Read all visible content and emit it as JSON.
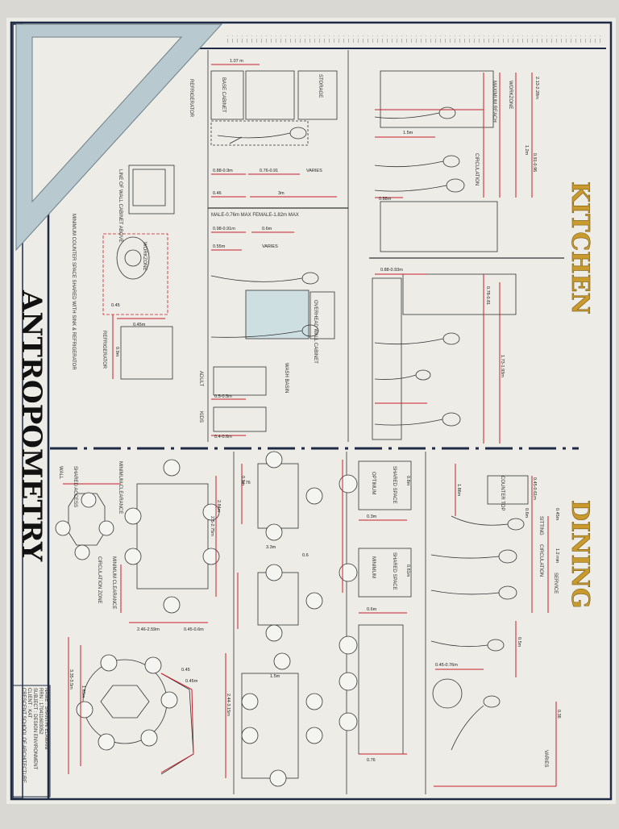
{
  "titles": {
    "main": "ANTROPOMETRY",
    "kitchen": "KITCHEN",
    "dining": "DINING"
  },
  "kitchen_labels": {
    "refrigerator": "REFRIGERATOR",
    "base_cabinet": "BASE CABINET",
    "storage": "STORAGE",
    "line_wall": "LINE OF WALL CABINET ABOVE",
    "workzone": "WORKZONE",
    "min_counter": "MINIMUM COUNTER SPACE SHARED WITH SINK & REFRIGERATOR",
    "refrigerator2": "REFRIGERATOR",
    "wash_basin": "WASH BASIN",
    "adult": "ADULT",
    "kids": "KIDS",
    "male_female": "MALE-0.76m MAX  FEMALE-1.82m MAX",
    "max_reach": "MAXIMUM REACH",
    "workzone2": "WORKZONE",
    "circulation": "CIRCULATION",
    "overhead_wall": "OVERHEAD WALL CABINET"
  },
  "kitchen_dims": {
    "d1": "1.07 m",
    "d2": "0.88-0.9m",
    "d3": "0.76-0.91",
    "d4": "VARIES",
    "d5": "0.46",
    "d6": "3m",
    "d7": "0.98-0.91m",
    "d8": "0.6m",
    "d9": "0.55m",
    "d10": "VARIES",
    "d11": "0.45m",
    "d12": "0.45",
    "d13": "0.9m",
    "d14": "0.4-0.6m",
    "d15": "0.5-0.5m",
    "d16": "1.5m",
    "d17": "1.73-1.93m",
    "d18": "0.91-0.96",
    "d19": "1.2m",
    "d20": "2.13-2.28m",
    "d21": "0.88m",
    "d22": "0.78-0.81",
    "d23": "0.88-0.93m"
  },
  "dining_labels": {
    "counter_top": "COUNTER TOP",
    "sitting": "SITTING",
    "circulation": "CIRCULATION",
    "service": "SERVICE",
    "shared_space": "SHARED SPACE",
    "optimum": "OPTIMUM",
    "minimum": "MINIMUM",
    "shared_space2": "SHARED SPACE",
    "min_clearance": "MINIMUM CLEARANCE",
    "min_clearance2": "MINIMUM CLEARANCE",
    "circulation_zone": "CIRCULATION ZONE",
    "shared_access": "SHARED ACCESS",
    "wall": "WALL",
    "varies": "VARIES"
  },
  "dining_dims": {
    "d1": "1.86m",
    "d2": "0.45-0.61m",
    "d3": "0.6m",
    "d4": "0.45m",
    "d5": "1.2 min",
    "d6": "0.8m",
    "d7": "0.61m",
    "d8": "0.45-0.76m",
    "d9": "0.5m",
    "d10": "0.36",
    "d11": "0.76",
    "d12": "0.3m",
    "d13": "0.6m",
    "d14": "3.3m",
    "d15": "2.84m",
    "d16": "2.46-2.59m",
    "d17": "2.5-2.75m",
    "d18": "0.45-0.6m",
    "d19": "1.5m",
    "d20": "2.44-3.15m",
    "d21": "1.83m",
    "d22": "3.35-3.5m",
    "d23": "0.45",
    "d24": "0.45m",
    "d25": "0.76",
    "d26": "0.6",
    "d27": "0.9m"
  },
  "title_block": {
    "line1": "NAME : SHANTHI ELAMANI",
    "line2": "RRN : 170411603052",
    "line3": "SUBJECT : DESIGN ENVIRONMENT",
    "line4": "CLIENT : KAT",
    "line5": "CRESCENT  SCHOOL OF ARCHITECTURE"
  },
  "colors": {
    "paper": "#edece6",
    "background": "#d9d8d3",
    "border": "#1f2a44",
    "dimension_red": "#c8202a",
    "heading_gold": "#c99a2e",
    "set_square": "#b9c9d0"
  }
}
